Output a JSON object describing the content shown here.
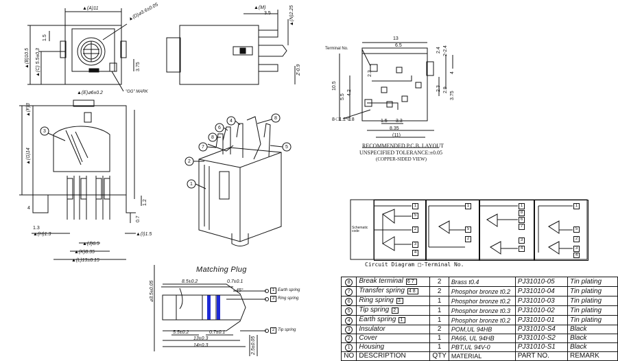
{
  "top_left": {
    "dim_a": "▲(A)11",
    "dim_d": "▲(D)⌀3.6±0.05",
    "dim_15": "1.5",
    "dim_b": "▲(B)10.5",
    "dim_c": "▲(C) 5.5±0.3",
    "dim_375": "3.75",
    "mark": "\"GG\" MARK"
  },
  "side_view": {
    "dim_m": "▲(M)",
    "dim_35": "3.5",
    "dim_n": "▲(N)2.25",
    "dim_z": "Z-0.9"
  },
  "front_lower": {
    "dim_f": "▲(F)3",
    "dim_e": "▲(E)⌀6±0.2",
    "dim_g": "▲(G)14",
    "dim_4": "4",
    "dim_12": "1.2",
    "dim_07": "0.7",
    "dim_13": "1.3",
    "dim_h": "▲(H)1.3",
    "dim_i": "▲(I)1.5",
    "dim_j": "▲(J)6.5",
    "dim_k": "▲(K)8.35",
    "dim_l": "▲(L)13±0.15",
    "callout_3": "3"
  },
  "iso": {
    "callouts": [
      "1",
      "2",
      "3",
      "4",
      "5",
      "6",
      "7",
      "8"
    ]
  },
  "pcb": {
    "terminal_no": "Terminal No.",
    "dim_13": "13",
    "dim_65": "6.5",
    "dim_24a": "2.4",
    "dim_24b": "2-2.4",
    "dim_4": "4",
    "dim_23a": "2.3",
    "dim_105": "10.5",
    "dim_42": "4.2",
    "dim_55": "5.5",
    "dim_23b": "2.3",
    "dim_29": "2.9",
    "dim_375": "3.75",
    "hole": "8-□1.2*0.8",
    "dim_15": "1.5",
    "dim_33": "3.3",
    "dim_835": "8.35",
    "dim_11": "(11)",
    "caption1": "RECOMMENDED P.C.B. LAYOUT",
    "caption2": "UNSPECIFIED TOLERANCE:±0.05",
    "caption3": "(COPPER-SIDED VIEW)"
  },
  "schematic": {
    "code_label": "Schematic code",
    "caption": "Circuit Diagram □-Terminal No.",
    "box1_terminals": [
      "1",
      "5",
      "2",
      "3",
      "4"
    ],
    "box2_terminals": [
      "1",
      "5",
      "2"
    ],
    "box3_terminals": [
      "1",
      "8",
      "6",
      "7",
      "3",
      "4"
    ],
    "box4_terminals": [
      "1",
      "5",
      "2",
      "3",
      "4"
    ]
  },
  "plug": {
    "title": "Matching Plug",
    "dim_dia": "⌀3.5±0.05",
    "dim_85": "8.5±0.2",
    "dim_07a": "0.7±0.1",
    "dim_45": "45°",
    "dim_55": "5.5±0.2",
    "dim_07b": "0.7±0.1",
    "dim_13": "13±0.3",
    "dim_14": "14±0.3",
    "dim_25": "2.5±0.05",
    "earth": "Earth spring",
    "ring": "Ring spring",
    "tip": "Tip spring",
    "t1": "1",
    "t2": "3",
    "t3": "2"
  },
  "bom": {
    "rows": [
      {
        "no": "8",
        "desc": "Break terminal",
        "boxes": "67",
        "qty": "2",
        "mat": "Brass  t0.4",
        "part": "PJ31010-05",
        "rem": "Tin plating"
      },
      {
        "no": "7",
        "desc": "Transfer spring",
        "boxes": "48",
        "qty": "2",
        "mat": "Phosphor bronze t0.2",
        "part": "PJ31010-04",
        "rem": "Tin plating"
      },
      {
        "no": "6",
        "desc": "Ring spring",
        "boxes": "3",
        "qty": "1",
        "mat": "Phosphor bronze t0.2",
        "part": "PJ31010-03",
        "rem": "Tin plating"
      },
      {
        "no": "5",
        "desc": "Tip spring",
        "boxes": "2",
        "qty": "1",
        "mat": "Phosphor bronze t0.3",
        "part": "PJ31010-02",
        "rem": "Tin plating"
      },
      {
        "no": "4",
        "desc": "Earth spring",
        "boxes": "1",
        "qty": "1",
        "mat": "Phosphor bronze t0.2",
        "part": "PJ31010-01",
        "rem": "Tin plating"
      },
      {
        "no": "3",
        "desc": "Insulator",
        "boxes": "",
        "qty": "2",
        "mat": "POM,UL 94HB",
        "part": "PJ31010-S4",
        "rem": "Black"
      },
      {
        "no": "2",
        "desc": "Cover",
        "boxes": "",
        "qty": "1",
        "mat": "PA66, UL 94HB",
        "part": "PJ31010-S2",
        "rem": "Black"
      },
      {
        "no": "1",
        "desc": "Housing",
        "boxes": "",
        "qty": "1",
        "mat": "PBT,UL 94V-0",
        "part": "PJ31010-S1",
        "rem": "Black"
      }
    ],
    "header": {
      "no": "NO",
      "desc": "DESCRIPTION",
      "qty": "QTY",
      "mat": "MATERIAL",
      "part": "PART NO.",
      "rem": "REMARK"
    }
  },
  "colors": {
    "line": "#111111",
    "accent_blue": "#1f2bd6"
  }
}
